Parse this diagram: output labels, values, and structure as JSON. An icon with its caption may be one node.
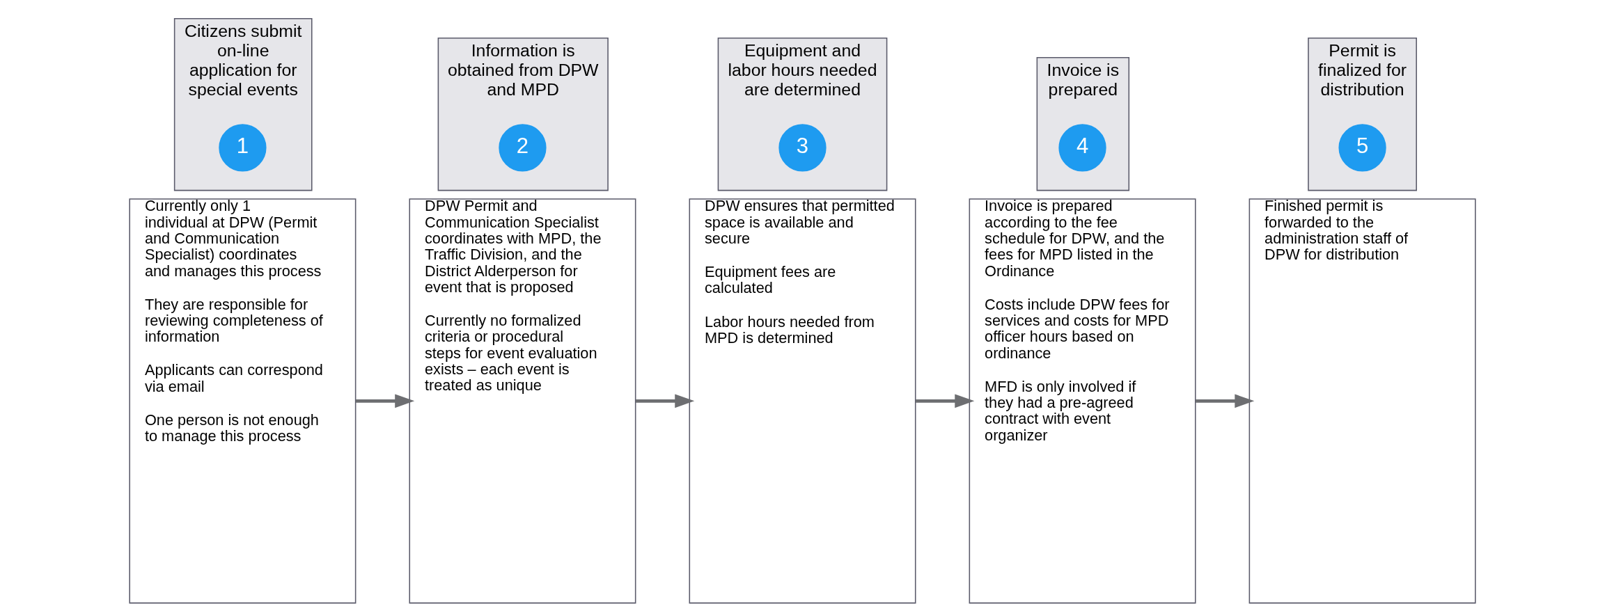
{
  "diagram": {
    "nodes": [
      {
        "text": [
          "Citizens submit on-line application for special events"
        ]
      },
      {
        "text": [
          "1"
        ],
        "in": 0
      },
      {
        "text": [
          "Currently only 1 individual at DPW (Permit and Communication Specialist) coordinates and manages this process",
          "They are responsible for reviewing completeness of information",
          "Applicants can correspond via email",
          "One person is not enough to manage this process"
        ]
      },
      {
        "text": [
          "Information is obtained from DPW and MPD"
        ]
      },
      {
        "text": [
          "2"
        ],
        "in": 3
      },
      {
        "text": [
          "DPW Permit and Communication Specialist coordinates with MPD, the Traffic Division, and the District Alderperson for event that is proposed",
          "Currently no formalized criteria or procedural steps for event evaluation exists – each event is treated as unique"
        ]
      },
      {
        "text": [
          "Equipment and labor hours needed are determined"
        ]
      },
      {
        "text": [
          "3"
        ],
        "in": 6
      },
      {
        "text": [
          "DPW ensures that permitted space is available and secure",
          "Equipment fees are calculated",
          "Labor hours needed from MPD is determined"
        ]
      },
      {
        "text": [
          "Invoice is prepared"
        ]
      },
      {
        "text": [
          "4"
        ],
        "in": 9
      },
      {
        "text": [
          "Invoice is prepared according to the fee schedule for DPW, and the fees for MPD listed in the Ordinance",
          "Costs include DPW fees for services and costs for MPD officer hours based on ordinance",
          "MFD is only involved if they had a pre-agreed contract with event organizer"
        ]
      },
      {
        "text": [
          "Permit is finalized for distribution"
        ]
      },
      {
        "text": [
          "5"
        ],
        "in": 12
      },
      {
        "text": [
          "Finished permit is forwarded to the administration staff of DPW for distribution"
        ]
      }
    ],
    "edges": [
      {
        "from": 2,
        "to": 5,
        "arrow": "to"
      },
      {
        "from": 5,
        "to": 8,
        "arrow": "to"
      },
      {
        "from": 8,
        "to": 11,
        "arrow": "to"
      },
      {
        "from": 11,
        "to": 14,
        "arrow": "to"
      }
    ]
  }
}
